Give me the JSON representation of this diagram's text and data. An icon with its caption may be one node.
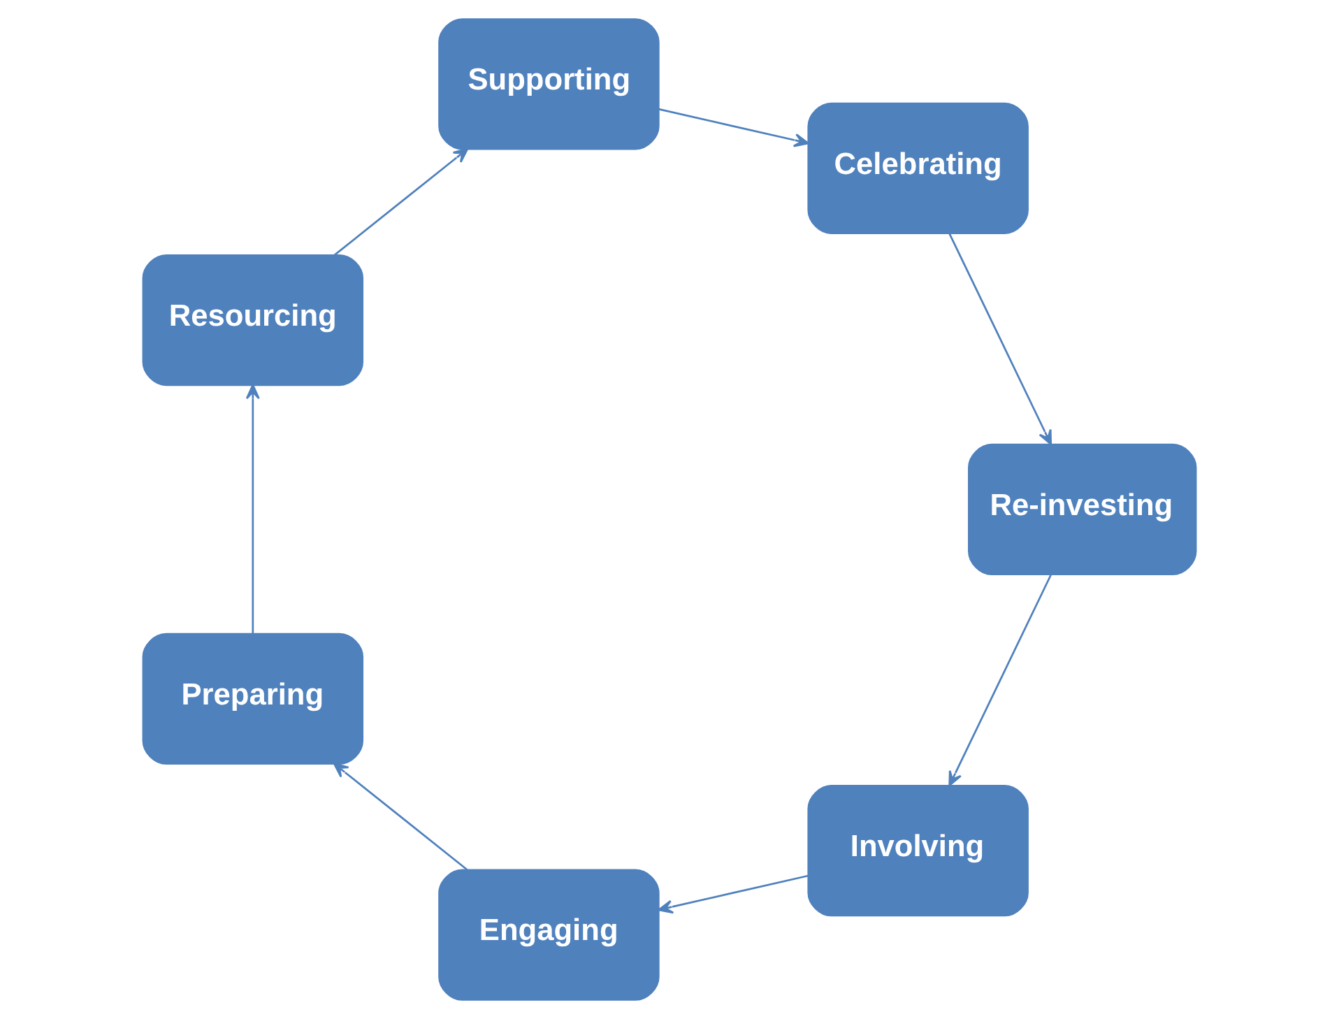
{
  "diagram": {
    "nodes": [
      {
        "text": [
          "Involving"
        ]
      },
      {
        "text": [
          "Engaging"
        ]
      },
      {
        "text": [
          "Preparing"
        ]
      },
      {
        "text": [
          "Resourcing"
        ]
      },
      {
        "text": [
          "Supporting"
        ]
      },
      {
        "text": [
          "Celebrating"
        ]
      },
      {
        "text": [
          "Re-investing"
        ]
      }
    ],
    "edges": [
      {
        "from": 0,
        "to": 1,
        "arrow": "to"
      },
      {
        "from": 1,
        "to": 2,
        "arrow": "to"
      },
      {
        "from": 2,
        "to": 3,
        "arrow": "to"
      },
      {
        "from": 3,
        "to": 4,
        "arrow": "to"
      },
      {
        "from": 4,
        "to": 5,
        "arrow": "to"
      },
      {
        "from": 5,
        "to": 6,
        "arrow": "to"
      },
      {
        "from": 6,
        "to": 0,
        "arrow": "to"
      }
    ]
  }
}
